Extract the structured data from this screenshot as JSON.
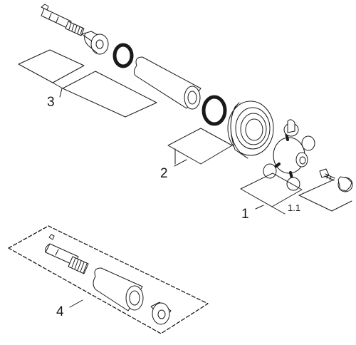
{
  "callouts": {
    "group3": "3",
    "group2": "2",
    "group1": "1",
    "group1_sub": "1.1",
    "group4": "4"
  },
  "colors": {
    "stroke": "#1a1a1a",
    "fill": "#ffffff"
  }
}
